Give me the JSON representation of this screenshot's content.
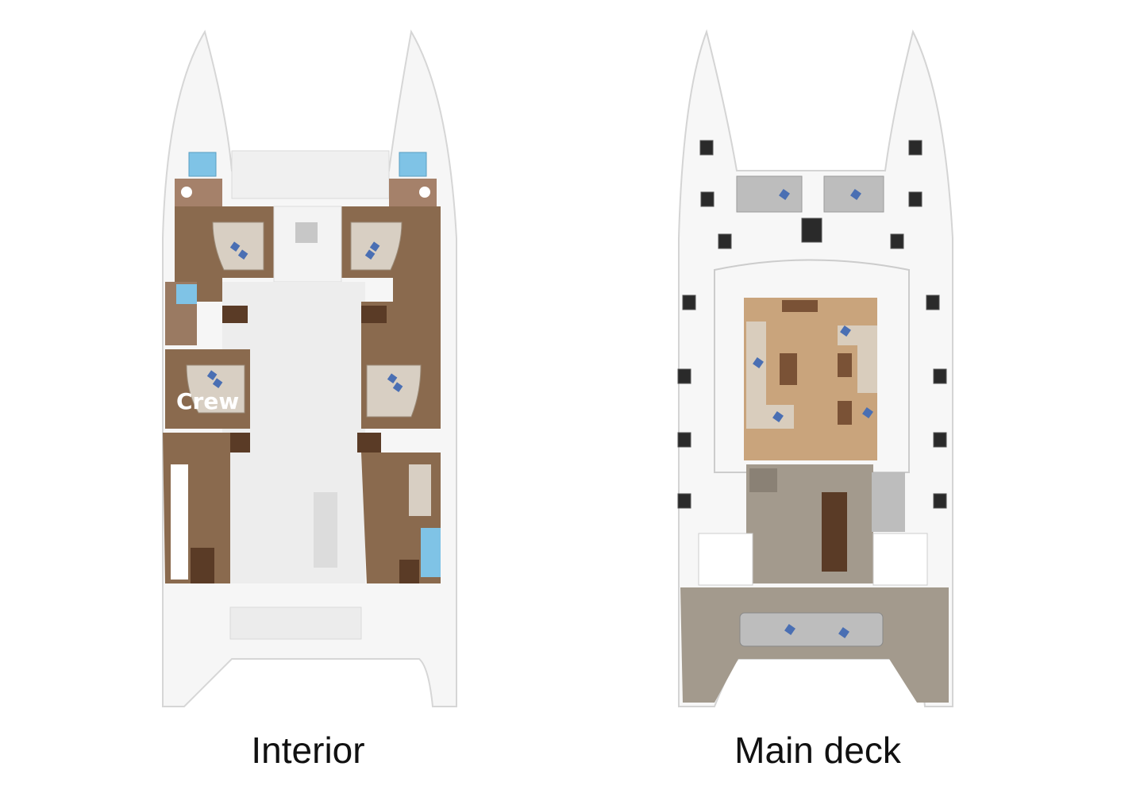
{
  "captions": {
    "interior": "Interior",
    "main_deck": "Main deck"
  },
  "labels": {
    "crew": "Crew"
  },
  "colors": {
    "hull": "#f5f5f5",
    "hull_outline": "#d4d4d4",
    "cabin_wood": "#8a6a4e",
    "wood_dark": "#5a3b26",
    "salon_wood": "#c9a47c",
    "aft_deck_teak": "#a39a8d",
    "cushion_grey": "#bdbdbd",
    "pillow_blue": "#4a6fb3",
    "water_blue": "#7fc3e6",
    "text": "#111111"
  }
}
